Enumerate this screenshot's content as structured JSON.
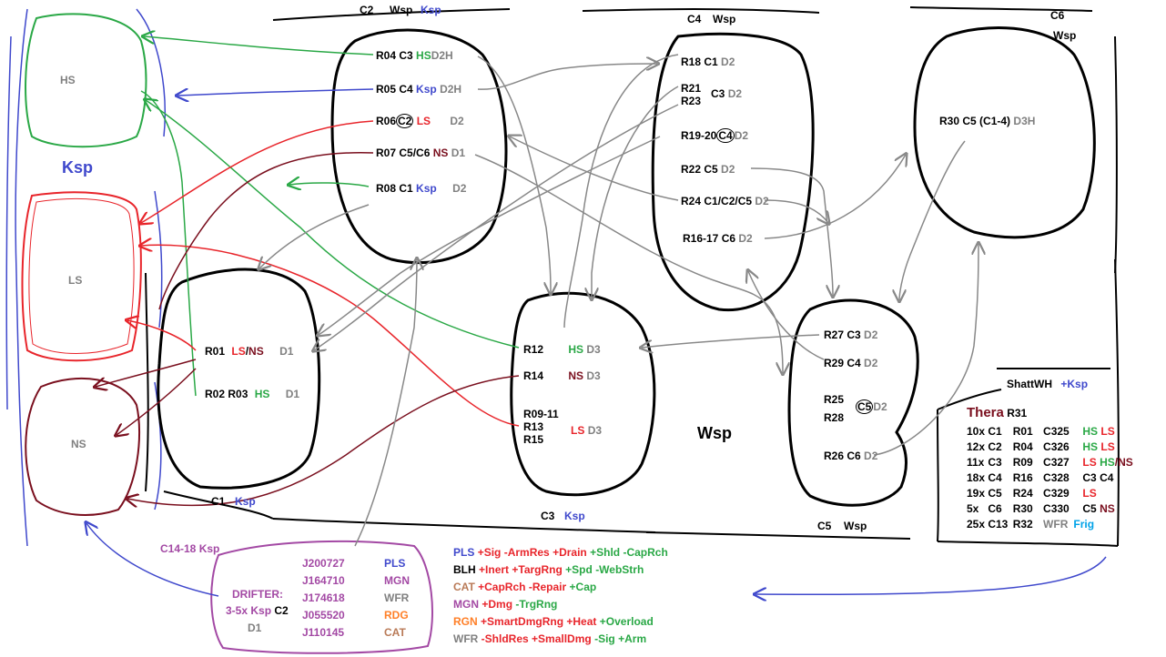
{
  "regions": {
    "hs": "HS",
    "ls": "LS",
    "ns": "NS",
    "ksp": "Ksp"
  },
  "c2": {
    "class": "C2",
    "wsp": "Wsp",
    "ksp": "Ksp",
    "rows": [
      {
        "r": "R04",
        "c": "C3",
        "sec": "HS",
        "d": "D2H"
      },
      {
        "r": "R05",
        "c": "C4",
        "sec": "Ksp",
        "d": "D2H"
      },
      {
        "r": "R06",
        "c": "C2",
        "sec": "LS",
        "d": "D2"
      },
      {
        "r": "R07",
        "c": "C5/C6",
        "sec": "NS",
        "d": "D1"
      },
      {
        "r": "R08",
        "c": "C1",
        "sec": "Ksp",
        "d": "D2"
      }
    ]
  },
  "c4": {
    "class": "C4",
    "wsp": "Wsp",
    "rows": [
      {
        "r": "R18",
        "c": "C1",
        "d": "D2"
      },
      {
        "r": "R21",
        "r2": "R23",
        "c": "C3",
        "d": "D2"
      },
      {
        "r": "R19-20",
        "c": "C4",
        "d": "D2"
      },
      {
        "r": "R22",
        "c": "C5",
        "d": "D2"
      },
      {
        "r": "R24",
        "c": "C1/C2/C5",
        "d": "D2"
      },
      {
        "r": "R16-17",
        "c": "C6",
        "d": "D2"
      }
    ]
  },
  "c6": {
    "class": "C6",
    "wsp": "Wsp",
    "row": {
      "r": "R30",
      "c": "C5",
      "extra": "(C1-4)",
      "d": "D3H"
    }
  },
  "c1": {
    "class": "C1",
    "ksp": "Ksp",
    "rows": [
      {
        "r": "R01",
        "sec1": "LS",
        "sep": "/",
        "sec2": "NS",
        "d": "D1"
      },
      {
        "r": "R02 R03",
        "sec": "HS",
        "d": "D1"
      }
    ]
  },
  "c3": {
    "class": "C3",
    "ksp": "Ksp",
    "rows": [
      {
        "r": "R12",
        "sec": "HS",
        "d": "D3"
      },
      {
        "r": "R14",
        "sec": "NS",
        "d": "D3"
      },
      {
        "r": "R09-11",
        "r2": "R13",
        "r3": "R15",
        "sec": "LS",
        "d": "D3"
      }
    ]
  },
  "c5": {
    "class": "C5",
    "wsp": "Wsp",
    "rows": [
      {
        "r": "R27",
        "c": "C3",
        "d": "D2"
      },
      {
        "r": "R29",
        "c": "C4",
        "d": "D2"
      },
      {
        "r": "R25",
        "r2": "R28",
        "c": "C5",
        "d": "D2"
      },
      {
        "r": "R26",
        "c": "C6",
        "d": "D2"
      }
    ]
  },
  "wsp_center": "Wsp",
  "shattered": {
    "title": "ShattWH",
    "ksp": "+Ksp",
    "thera": "Thera",
    "thera_r": "R31",
    "rows": [
      {
        "n": "10x",
        "c": "C1",
        "r": "R01",
        "code": "C325",
        "s1": "HS",
        "s2": "LS"
      },
      {
        "n": "12x",
        "c": "C2",
        "r": "R04",
        "code": "C326",
        "s1": "HS",
        "s2": "LS"
      },
      {
        "n": "11x",
        "c": "C3",
        "r": "R09",
        "code": "C327",
        "s1": "LS",
        "s2": "HS",
        "s3": "/NS"
      },
      {
        "n": "18x",
        "c": "C4",
        "r": "R16",
        "code": "C328",
        "s1": "C3",
        "s2": "C4"
      },
      {
        "n": "19x",
        "c": "C5",
        "r": "R24",
        "code": "C329",
        "s1": "LS"
      },
      {
        "n": "5x",
        "c": "C6",
        "r": "R30",
        "code": "C330",
        "s1": "C5",
        "s2": "NS"
      },
      {
        "n": "25x",
        "c": "C13",
        "r": "R32",
        "code": "WFR",
        "s1": "Frig"
      }
    ]
  },
  "drifter": {
    "label_top": "C14-18 Ksp",
    "title": "DRIFTER:",
    "sub": "3-5x Ksp",
    "class": "C2",
    "d": "D1",
    "ids": [
      "J200727",
      "J164710",
      "J174618",
      "J055520",
      "J110145"
    ],
    "types": [
      "PLS",
      "MGN",
      "WFR",
      "RDG",
      "CAT"
    ]
  },
  "effects": [
    {
      "name": "PLS",
      "parts": [
        "+Sig",
        "-ArmRes",
        "+Drain",
        "+Shld",
        "-CapRch"
      ]
    },
    {
      "name": "BLH",
      "parts": [
        "+Inert",
        "+TargRng",
        "+Spd",
        "-WebStrh"
      ]
    },
    {
      "name": "CAT",
      "parts": [
        "+CapRch",
        "-Repair",
        "+Cap"
      ]
    },
    {
      "name": "MGN",
      "parts": [
        "+Dmg",
        "-TrgRng"
      ]
    },
    {
      "name": "RGN",
      "parts": [
        "+SmartDmgRng",
        "+Heat",
        "+Overload"
      ]
    },
    {
      "name": "WFR",
      "parts": [
        "-ShldRes",
        "+SmallDmg",
        "-Sig",
        "+Arm"
      ]
    }
  ],
  "colors": {
    "green": "#2aa846",
    "red": "#e8252b",
    "darkred": "#7a0f1e",
    "blue": "#3f48cc",
    "gray": "#808080",
    "purple": "#a349a4"
  }
}
